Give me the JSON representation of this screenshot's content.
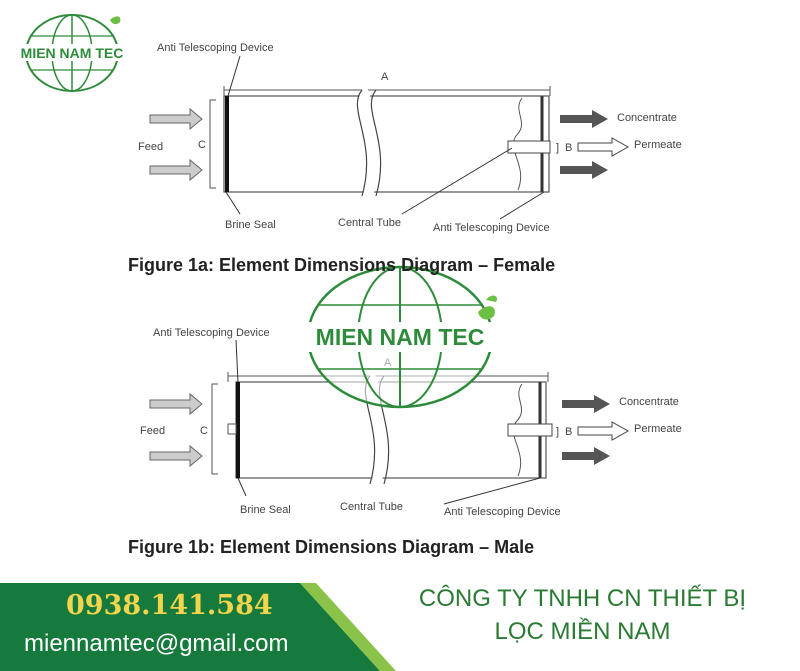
{
  "brand": {
    "logo_text": "MIEN NAM TEC",
    "color": "#2e8b3a"
  },
  "figure_a": {
    "caption": "Figure 1a: Element Dimensions Diagram – Female",
    "labels": {
      "atd_top": "Anti Telescoping Device",
      "dim_a": "A",
      "dim_b": "B",
      "dim_c": "C",
      "feed": "Feed",
      "concentrate": "Concentrate",
      "permeate": "Permeate",
      "brine_seal": "Brine Seal",
      "central_tube": "Central Tube",
      "atd_bottom": "Anti Telescoping Device"
    }
  },
  "figure_b": {
    "caption": "Figure 1b: Element Dimensions Diagram – Male",
    "labels": {
      "atd_top": "Anti Telescoping Device",
      "dim_a": "A",
      "dim_b": "B",
      "dim_c": "C",
      "feed": "Feed",
      "concentrate": "Concentrate",
      "permeate": "Permeate",
      "brine_seal": "Brine Seal",
      "central_tube": "Central Tube",
      "atd_bottom": "Anti Telescoping Device"
    }
  },
  "footer": {
    "phone": "0938.141.584",
    "email": "miennamtec@gmail.com",
    "company_line1": "CÔNG TY TNHH CN THIẾT BỊ",
    "company_line2": "LỌC MIỀN NAM",
    "dark_green": "#157a3b",
    "phone_color": "#f3d54d"
  }
}
